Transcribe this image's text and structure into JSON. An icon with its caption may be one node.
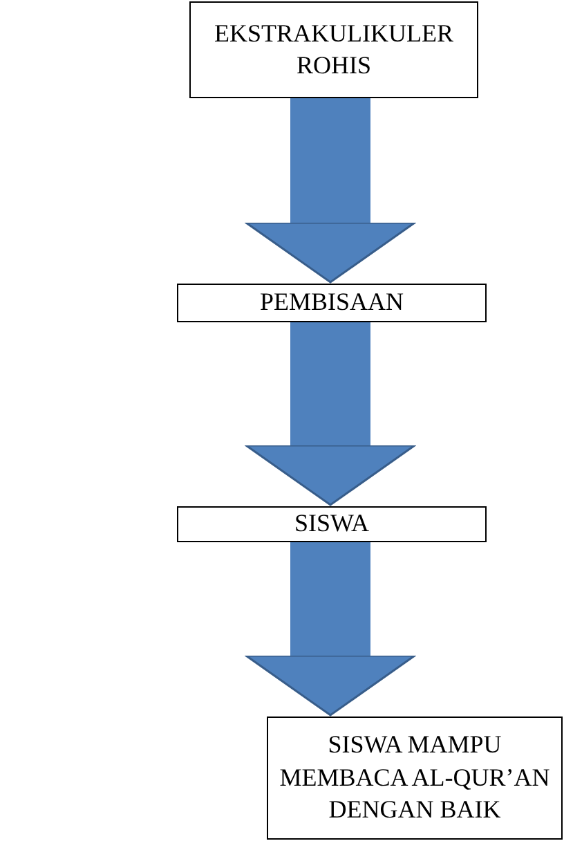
{
  "diagram": {
    "nodes": [
      {
        "text": [
          "EKSTRAKULIKULER ROHIS"
        ]
      },
      {
        "text": [
          "PEMBISAAN"
        ]
      },
      {
        "text": [
          "SISWA"
        ]
      },
      {
        "text": [
          "SISWA MAMPU MEMBACA AL-QUR’AN DENGAN BAIK"
        ]
      }
    ],
    "edges": [
      {
        "from": 0,
        "to": 1,
        "arrow": "to"
      },
      {
        "from": 1,
        "to": 2,
        "arrow": "to"
      },
      {
        "from": 2,
        "to": 3,
        "arrow": "to"
      }
    ]
  }
}
